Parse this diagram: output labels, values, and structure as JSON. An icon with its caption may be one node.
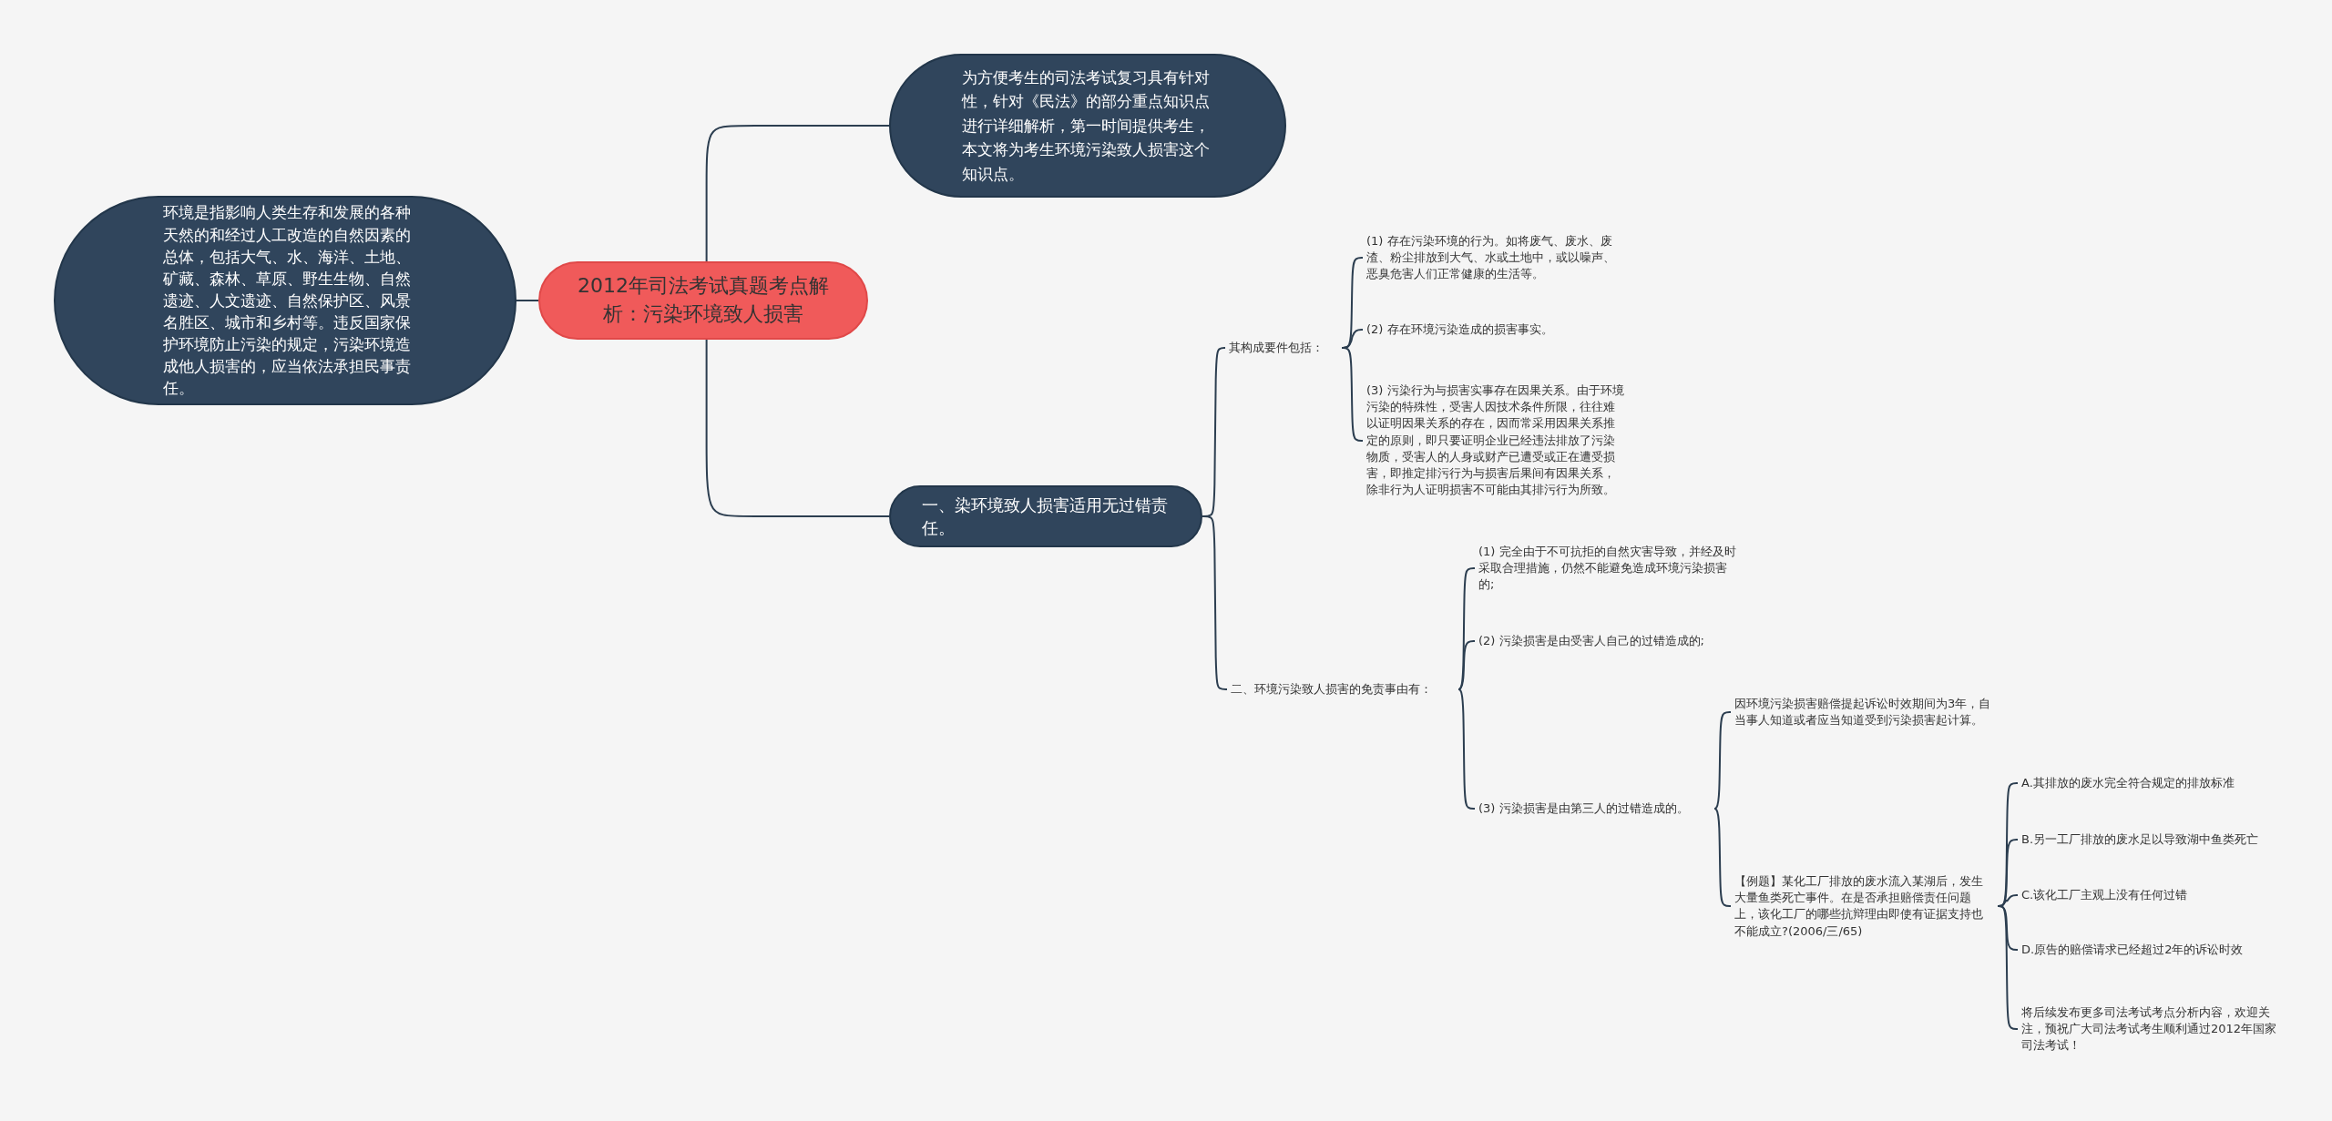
{
  "diagram": {
    "nodes": [
      {
        "text": [
          "2012年司法考试真题考点解析：污染环境致人损害"
        ]
      },
      {
        "text": [
          "为方便考生的司法考试复习具有针对性，针对《民法》的部分重点知识点进行详细解析，第一时间提供考生，本文将为考生环境污染致人损害这个知识点。"
        ]
      },
      {
        "text": [
          "环境是指影响人类生存和发展的各种天然的和经过人工改造的自然因素的总体，包括大气、水、海洋、土地、矿藏、森林、草原、野生生物、自然遗迹、人文遗迹、自然保护区、风景名胜区、城市和乡村等。违反国家保护环境防止污染的规定，污染环境造成他人损害的，应当依法承担民事责任。"
        ]
      },
      {
        "text": [
          "一、染环境致人损害适用无过错责任。"
        ]
      },
      {
        "text": [
          "其构成要件包括："
        ]
      },
      {
        "text": [
          "(1) 存在污染环境的行为。如将废气、废水、废渣、粉尘排放到大气、水或土地中，或以噪声、恶臭危害人们正常健康的生活等。"
        ]
      },
      {
        "text": [
          "(2) 存在环境污染造成的损害事实。"
        ]
      },
      {
        "text": [
          "(3) 污染行为与损害实事存在因果关系。由于环境污染的特殊性，受害人因技术条件所限，往往难以证明因果关系的存在，因而常采用因果关系推定的原则，即只要证明企业已经违法排放了污染物质，受害人的人身或财产已遭受或正在遭受损害，即推定排污行为与损害后果间有因果关系，除非行为人证明损害不可能由其排污行为所致。"
        ]
      },
      {
        "text": [
          "二、环境污染致人损害的免责事由有："
        ]
      },
      {
        "text": [
          "(1) 完全由于不可抗拒的自然灾害导致，并经及时采取合理措施，仍然不能避免造成环境污染损害的;"
        ]
      },
      {
        "text": [
          "(2) 污染损害是由受害人自己的过错造成的;"
        ]
      },
      {
        "text": [
          "(3) 污染损害是由第三人的过错造成的。"
        ]
      },
      {
        "text": [
          "因环境污染损害赔偿提起诉讼时效期间为3年，自当事人知道或者应当知道受到污染损害起计算。"
        ]
      },
      {
        "text": [
          "【例题】某化工厂排放的废水流入某湖后，发生大量鱼类死亡事件。在是否承担赔偿责任问题上，该化工厂的哪些抗辩理由即使有证据支持也不能成立?(2006/三/65)"
        ]
      },
      {
        "text": [
          "A.其排放的废水完全符合规定的排放标准"
        ]
      },
      {
        "text": [
          "B.另一工厂排放的废水足以导致湖中鱼类死亡"
        ]
      },
      {
        "text": [
          "C.该化工厂主观上没有任何过错"
        ]
      },
      {
        "text": [
          "D.原告的赔偿请求已经超过2年的诉讼时效"
        ]
      },
      {
        "text": [
          "将后续发布更多司法考试考点分析内容，欢迎关注，预祝广大司法考试考生顺利通过2012年国家司法考试！"
        ]
      }
    ],
    "edges": [
      {
        "from": 0,
        "to": 1,
        "arrow": "none"
      },
      {
        "from": 0,
        "to": 2,
        "arrow": "none"
      },
      {
        "from": 0,
        "to": 3,
        "arrow": "none"
      },
      {
        "from": 3,
        "to": 4,
        "arrow": "none"
      },
      {
        "from": 3,
        "to": 8,
        "arrow": "none"
      },
      {
        "from": 4,
        "to": 5,
        "arrow": "none"
      },
      {
        "from": 4,
        "to": 6,
        "arrow": "none"
      },
      {
        "from": 4,
        "to": 7,
        "arrow": "none"
      },
      {
        "from": 8,
        "to": 9,
        "arrow": "none"
      },
      {
        "from": 8,
        "to": 10,
        "arrow": "none"
      },
      {
        "from": 8,
        "to": 11,
        "arrow": "none"
      },
      {
        "from": 11,
        "to": 12,
        "arrow": "none"
      },
      {
        "from": 11,
        "to": 13,
        "arrow": "none"
      },
      {
        "from": 13,
        "to": 14,
        "arrow": "none"
      },
      {
        "from": 13,
        "to": 15,
        "arrow": "none"
      },
      {
        "from": 13,
        "to": 16,
        "arrow": "none"
      },
      {
        "from": 13,
        "to": 17,
        "arrow": "none"
      },
      {
        "from": 13,
        "to": 18,
        "arrow": "none"
      }
    ]
  }
}
